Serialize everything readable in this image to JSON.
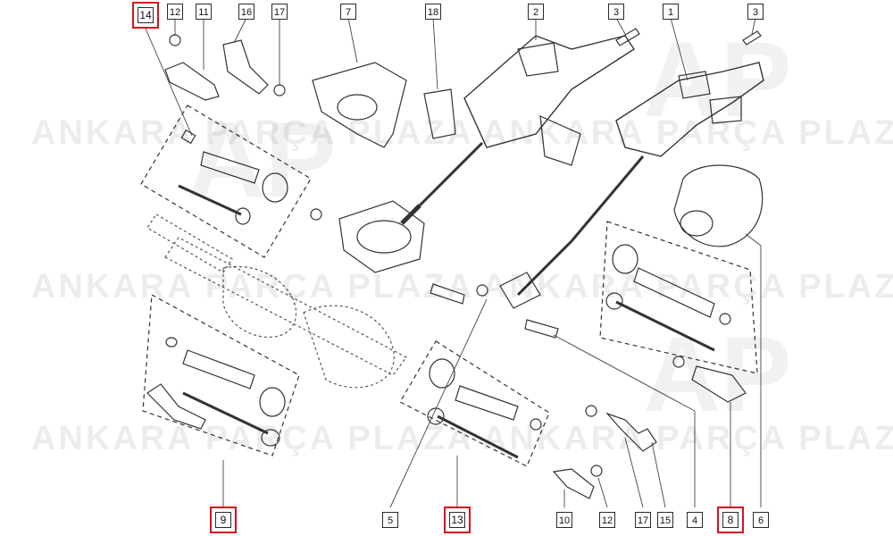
{
  "watermark": {
    "text_a": "ANKARA",
    "text_b": "PARÇA",
    "text_c": "PLAZA",
    "logo": "AP"
  },
  "callouts": {
    "c14": "14",
    "c12a": "12",
    "c11": "11",
    "c16": "16",
    "c17a": "17",
    "c7": "7",
    "c18": "18",
    "c2": "2",
    "c3a": "3",
    "c1": "1",
    "c3b": "3",
    "c9": "9",
    "c5": "5",
    "c13": "13",
    "c10": "10",
    "c12b": "12",
    "c17b": "17",
    "c15": "15",
    "c4": "4",
    "c8": "8",
    "c6": "6"
  },
  "highlight_color": "#d3141b"
}
